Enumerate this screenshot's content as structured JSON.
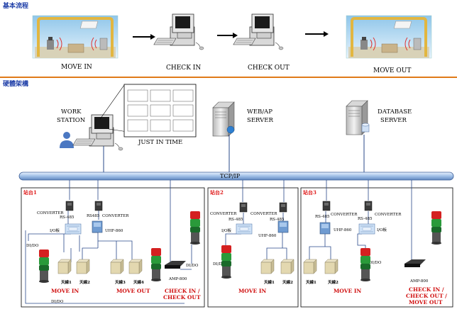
{
  "sections": {
    "flow_title": "基本流程",
    "arch_title": "硬體架構"
  },
  "flow": {
    "move_in": "MOVE IN",
    "check_in": "CHECK IN",
    "check_out": "CHECK OUT",
    "move_out": "MOVE OUT"
  },
  "arch": {
    "work_station_1": "WORK",
    "work_station_2": "STATION",
    "just_in_time": "JUST IN TIME",
    "web_server_1": "WEB/AP",
    "web_server_2": "SERVER",
    "db_server_1": "DATABASE",
    "db_server_2": "SERVER",
    "bus": "TCP/IP"
  },
  "stations": [
    {
      "title": "站台1",
      "converter": "CONVERTER",
      "rs485": "RS-485",
      "converter2": "CONVERTER",
      "rs485b": "RS485",
      "io": "I/O板",
      "uhf": "UHF-860",
      "dido": "DI/DO",
      "dido2": "DI/DO",
      "dido3": "DI/DO",
      "amp": "AMP-800",
      "antennas": [
        "天線1",
        "天線2",
        "天線3",
        "天線4"
      ],
      "move_in": "MOVE IN",
      "move_out": "MOVE OUT",
      "check_1": "CHECK IN /",
      "check_2": "CHECK OUT"
    },
    {
      "title": "站台2",
      "converter": "CONVERTER",
      "rs485": "RS-485",
      "converter2": "CONVERTER",
      "rs485b": "RS-485",
      "io": "I/O板",
      "uhf": "UHF-860",
      "dido": "DI/DO",
      "antennas": [
        "天線1",
        "天線2"
      ],
      "move_in": "MOVE IN"
    },
    {
      "title": "站台3",
      "converter": "CONVERTER",
      "rs485": "RS-485",
      "converter2": "CONVERTER",
      "rs485b": "RS-485",
      "io": "I/O板",
      "uhf": "UHF-860",
      "dido": "DI/DO",
      "amp": "AMP-800",
      "antennas": [
        "天線1",
        "天線2"
      ],
      "move_in": "MOVE IN",
      "check_1": "CHECK IN /",
      "check_2": "CHECK OUT /",
      "check_3": "MOVE OUT"
    }
  ]
}
